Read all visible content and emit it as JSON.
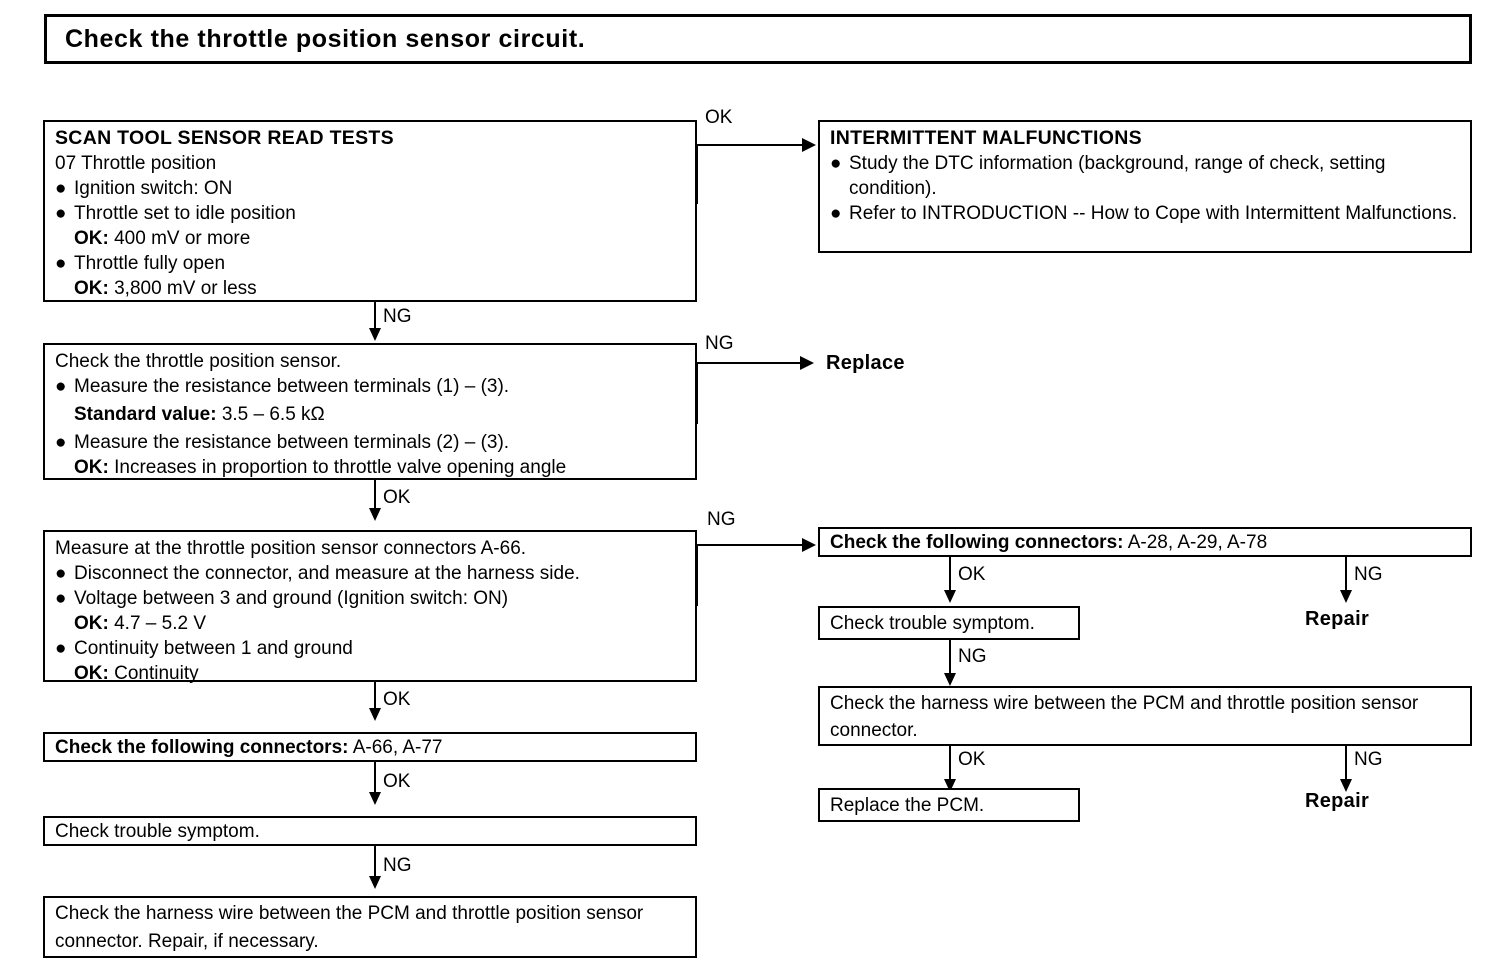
{
  "title": "Check the throttle position sensor circuit.",
  "boxes": {
    "scan_tool": {
      "heading": "SCAN TOOL SENSOR READ TESTS",
      "subheading": "07  Throttle position",
      "items": [
        {
          "bullet": "Ignition switch: ON"
        },
        {
          "bullet": "Throttle set to idle position",
          "sub_label": "OK:",
          "sub_value": "400 mV or more"
        },
        {
          "bullet": "Throttle fully open",
          "sub_label": "OK:",
          "sub_value": "3,800 mV or less"
        }
      ]
    },
    "intermittent": {
      "heading": "INTERMITTENT MALFUNCTIONS",
      "items": [
        "Study the DTC information (background, range of check, setting condition).",
        "Refer to INTRODUCTION -- How to Cope with Intermittent Malfunctions."
      ]
    },
    "check_sensor": {
      "heading": "Check the throttle position sensor.",
      "bullet1": "Measure the resistance between terminals (1) – (3).",
      "standard_label": "Standard value:",
      "standard_value": "3.5 – 6.5 kΩ",
      "bullet2": "Measure the resistance between terminals (2) – (3).",
      "ok_label": "OK:",
      "ok_value": "Increases in proportion to throttle valve opening angle"
    },
    "measure_connectors": {
      "heading": "Measure at the throttle position sensor connectors A-66.",
      "bullet1": "Disconnect the connector, and measure at the harness side.",
      "bullet2": "Voltage between 3 and ground (Ignition switch: ON)",
      "ok1_label": "OK:",
      "ok1_value": "4.7 – 5.2 V",
      "bullet3": "Continuity between 1 and ground",
      "ok2_label": "OK:",
      "ok2_value": "Continuity"
    },
    "connectors_left": {
      "label": "Check the following connectors:",
      "value": "A-66, A-77"
    },
    "trouble_left": {
      "text": "Check trouble symptom."
    },
    "harness_left": {
      "text": "Check the harness wire between the PCM and throttle position sensor connector. Repair, if necessary."
    },
    "connectors_right": {
      "label": "Check the following connectors:",
      "value": "A-28, A-29, A-78"
    },
    "trouble_right": {
      "text": "Check trouble symptom."
    },
    "harness_right": {
      "text": "Check the harness wire between the PCM and throttle position sensor connector."
    },
    "replace_pcm": {
      "text": "Replace the PCM."
    }
  },
  "terminals": {
    "replace": "Replace",
    "repair_1": "Repair",
    "repair_2": "Repair"
  },
  "edges": {
    "scan_ok": "OK",
    "scan_ng": "NG",
    "sensor_ng": "NG",
    "sensor_ok": "OK",
    "measure_ng": "NG",
    "measure_ok": "OK",
    "connectors_left_ok": "OK",
    "trouble_left_ng": "NG",
    "connectors_right_ok": "OK",
    "connectors_right_ng": "NG",
    "trouble_right_ng": "NG",
    "harness_right_ok": "OK",
    "harness_right_ng": "NG"
  },
  "colors": {
    "ink": "#000000",
    "paper": "#ffffff"
  }
}
